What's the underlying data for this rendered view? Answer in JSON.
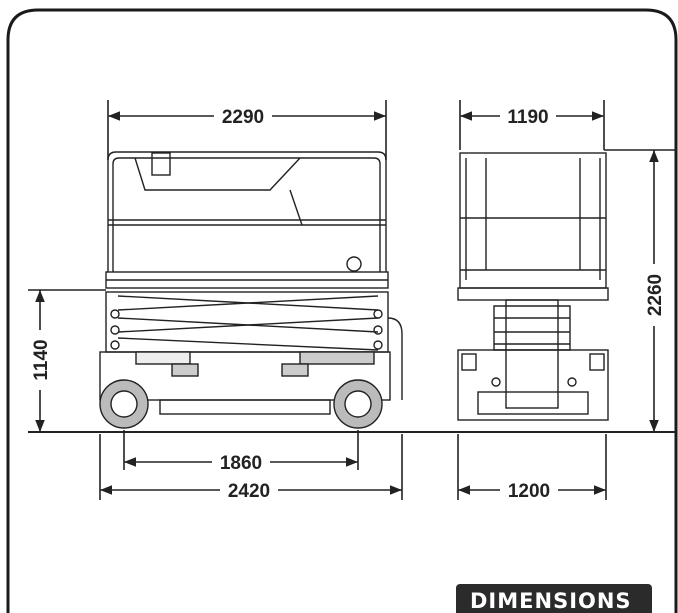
{
  "dimensions": {
    "platform_length": "2290",
    "platform_width": "1190",
    "max_height": "2260",
    "stowed_height": "1140",
    "wheelbase": "1860",
    "overall_length": "2420",
    "overall_width": "1200"
  },
  "section_label": "DIMENSIONS",
  "colors": {
    "line": "#222222",
    "frame": "#1a1a1a",
    "label_bg": "#2b2b2b",
    "label_text": "#ffffff"
  }
}
